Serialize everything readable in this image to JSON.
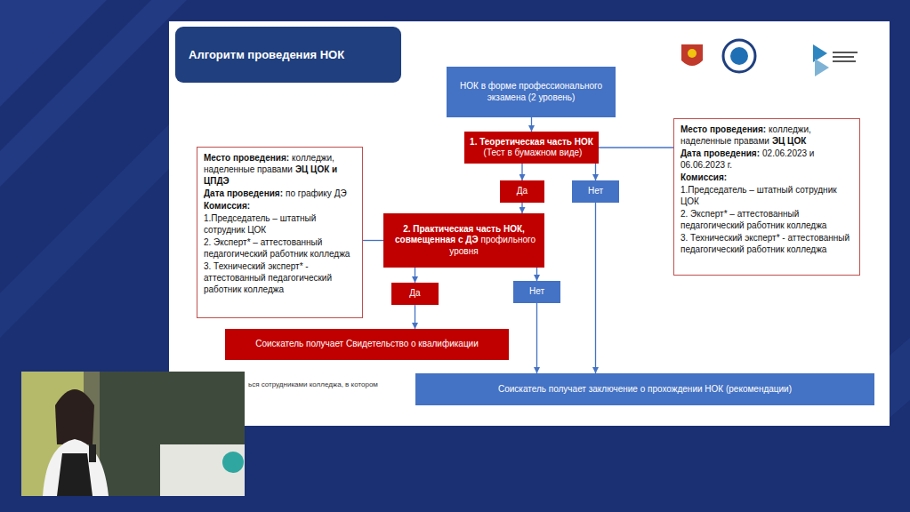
{
  "diagram": {
    "title": "Алгоритм проведения НОК",
    "nodes": [
      {
        "text": [
          "НОК в форме профессионального экзамена (2 уровень)"
        ]
      },
      {
        "text": [
          "1. Теоретическая часть НОК",
          "(Тест в бумажном виде)"
        ]
      },
      {
        "text": [
          "Да"
        ]
      },
      {
        "text": [
          "Нет"
        ]
      },
      {
        "text": [
          "2. Практическая часть НОК,",
          "совмещенная с ДЭ",
          "профильного уровня"
        ]
      },
      {
        "text": [
          "Да"
        ]
      },
      {
        "text": [
          "Нет"
        ]
      },
      {
        "text": [
          "Соискатель получает Свидетельство о квалификации"
        ]
      },
      {
        "text": [
          "Соискатель получает заключение о прохождении НОК (рекомендации)"
        ]
      },
      {
        "text": [
          "Место проведения:",
          "колледжи, наделенные правами",
          "ЭЦ ЦОК и ЦПДЭ",
          "Дата проведения:",
          "по графику ДЭ",
          "Комиссия:",
          "1.Председатель – штатный сотрудник ЦОК",
          "2. Эксперт* – аттестованный педагогический работник колледжа",
          "3. Технический эксперт* - аттестованный педагогический работник колледжа"
        ]
      },
      {
        "text": [
          "Место проведения:",
          "колледжи, наделенные правами",
          "ЭЦ ЦОК",
          "Дата проведения:",
          "02.06.2023 и 06.06.2023 г.",
          "Комиссия:",
          "1.Председатель – штатный сотрудник ЦОК",
          "2. Эксперт* – аттестованный педагогический работник колледжа",
          "3. Технический эксперт* - аттестованный педагогический работник колледжа"
        ]
      }
    ],
    "edges": [
      {
        "from": 0,
        "to": 1,
        "arrow": "to"
      },
      {
        "from": 1,
        "to": 2,
        "arrow": "to"
      },
      {
        "from": 1,
        "to": 3,
        "arrow": "to"
      },
      {
        "from": 2,
        "to": 4,
        "arrow": "to"
      },
      {
        "from": 3,
        "to": 8,
        "arrow": "to"
      },
      {
        "from": 4,
        "to": 5,
        "arrow": "to"
      },
      {
        "from": 4,
        "to": 6,
        "arrow": "to"
      },
      {
        "from": 5,
        "to": 7,
        "arrow": "to"
      },
      {
        "from": 6,
        "to": 8,
        "arrow": "to"
      },
      {
        "from": 4,
        "to": 9,
        "arrow": "none"
      },
      {
        "from": 1,
        "to": 10,
        "arrow": "none"
      }
    ],
    "labels": [
      "ься сотрудниками колледжа, в котором"
    ]
  }
}
